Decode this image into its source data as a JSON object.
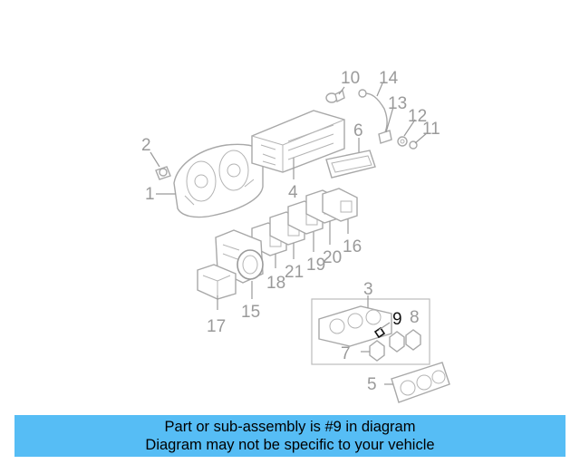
{
  "diagram": {
    "highlighted_part": "9",
    "callouts": [
      "1",
      "2",
      "3",
      "4",
      "5",
      "6",
      "7",
      "8",
      "9",
      "10",
      "11",
      "12",
      "13",
      "14",
      "15",
      "16",
      "17",
      "18",
      "19",
      "20",
      "21"
    ]
  },
  "banner": {
    "line1": "Part or sub-assembly is #9 in diagram",
    "line2": "Diagram may not be specific to your vehicle",
    "background_color": "#56bdf5"
  },
  "colors": {
    "line_art": "#a8a8a8",
    "highlight": "#111111"
  }
}
